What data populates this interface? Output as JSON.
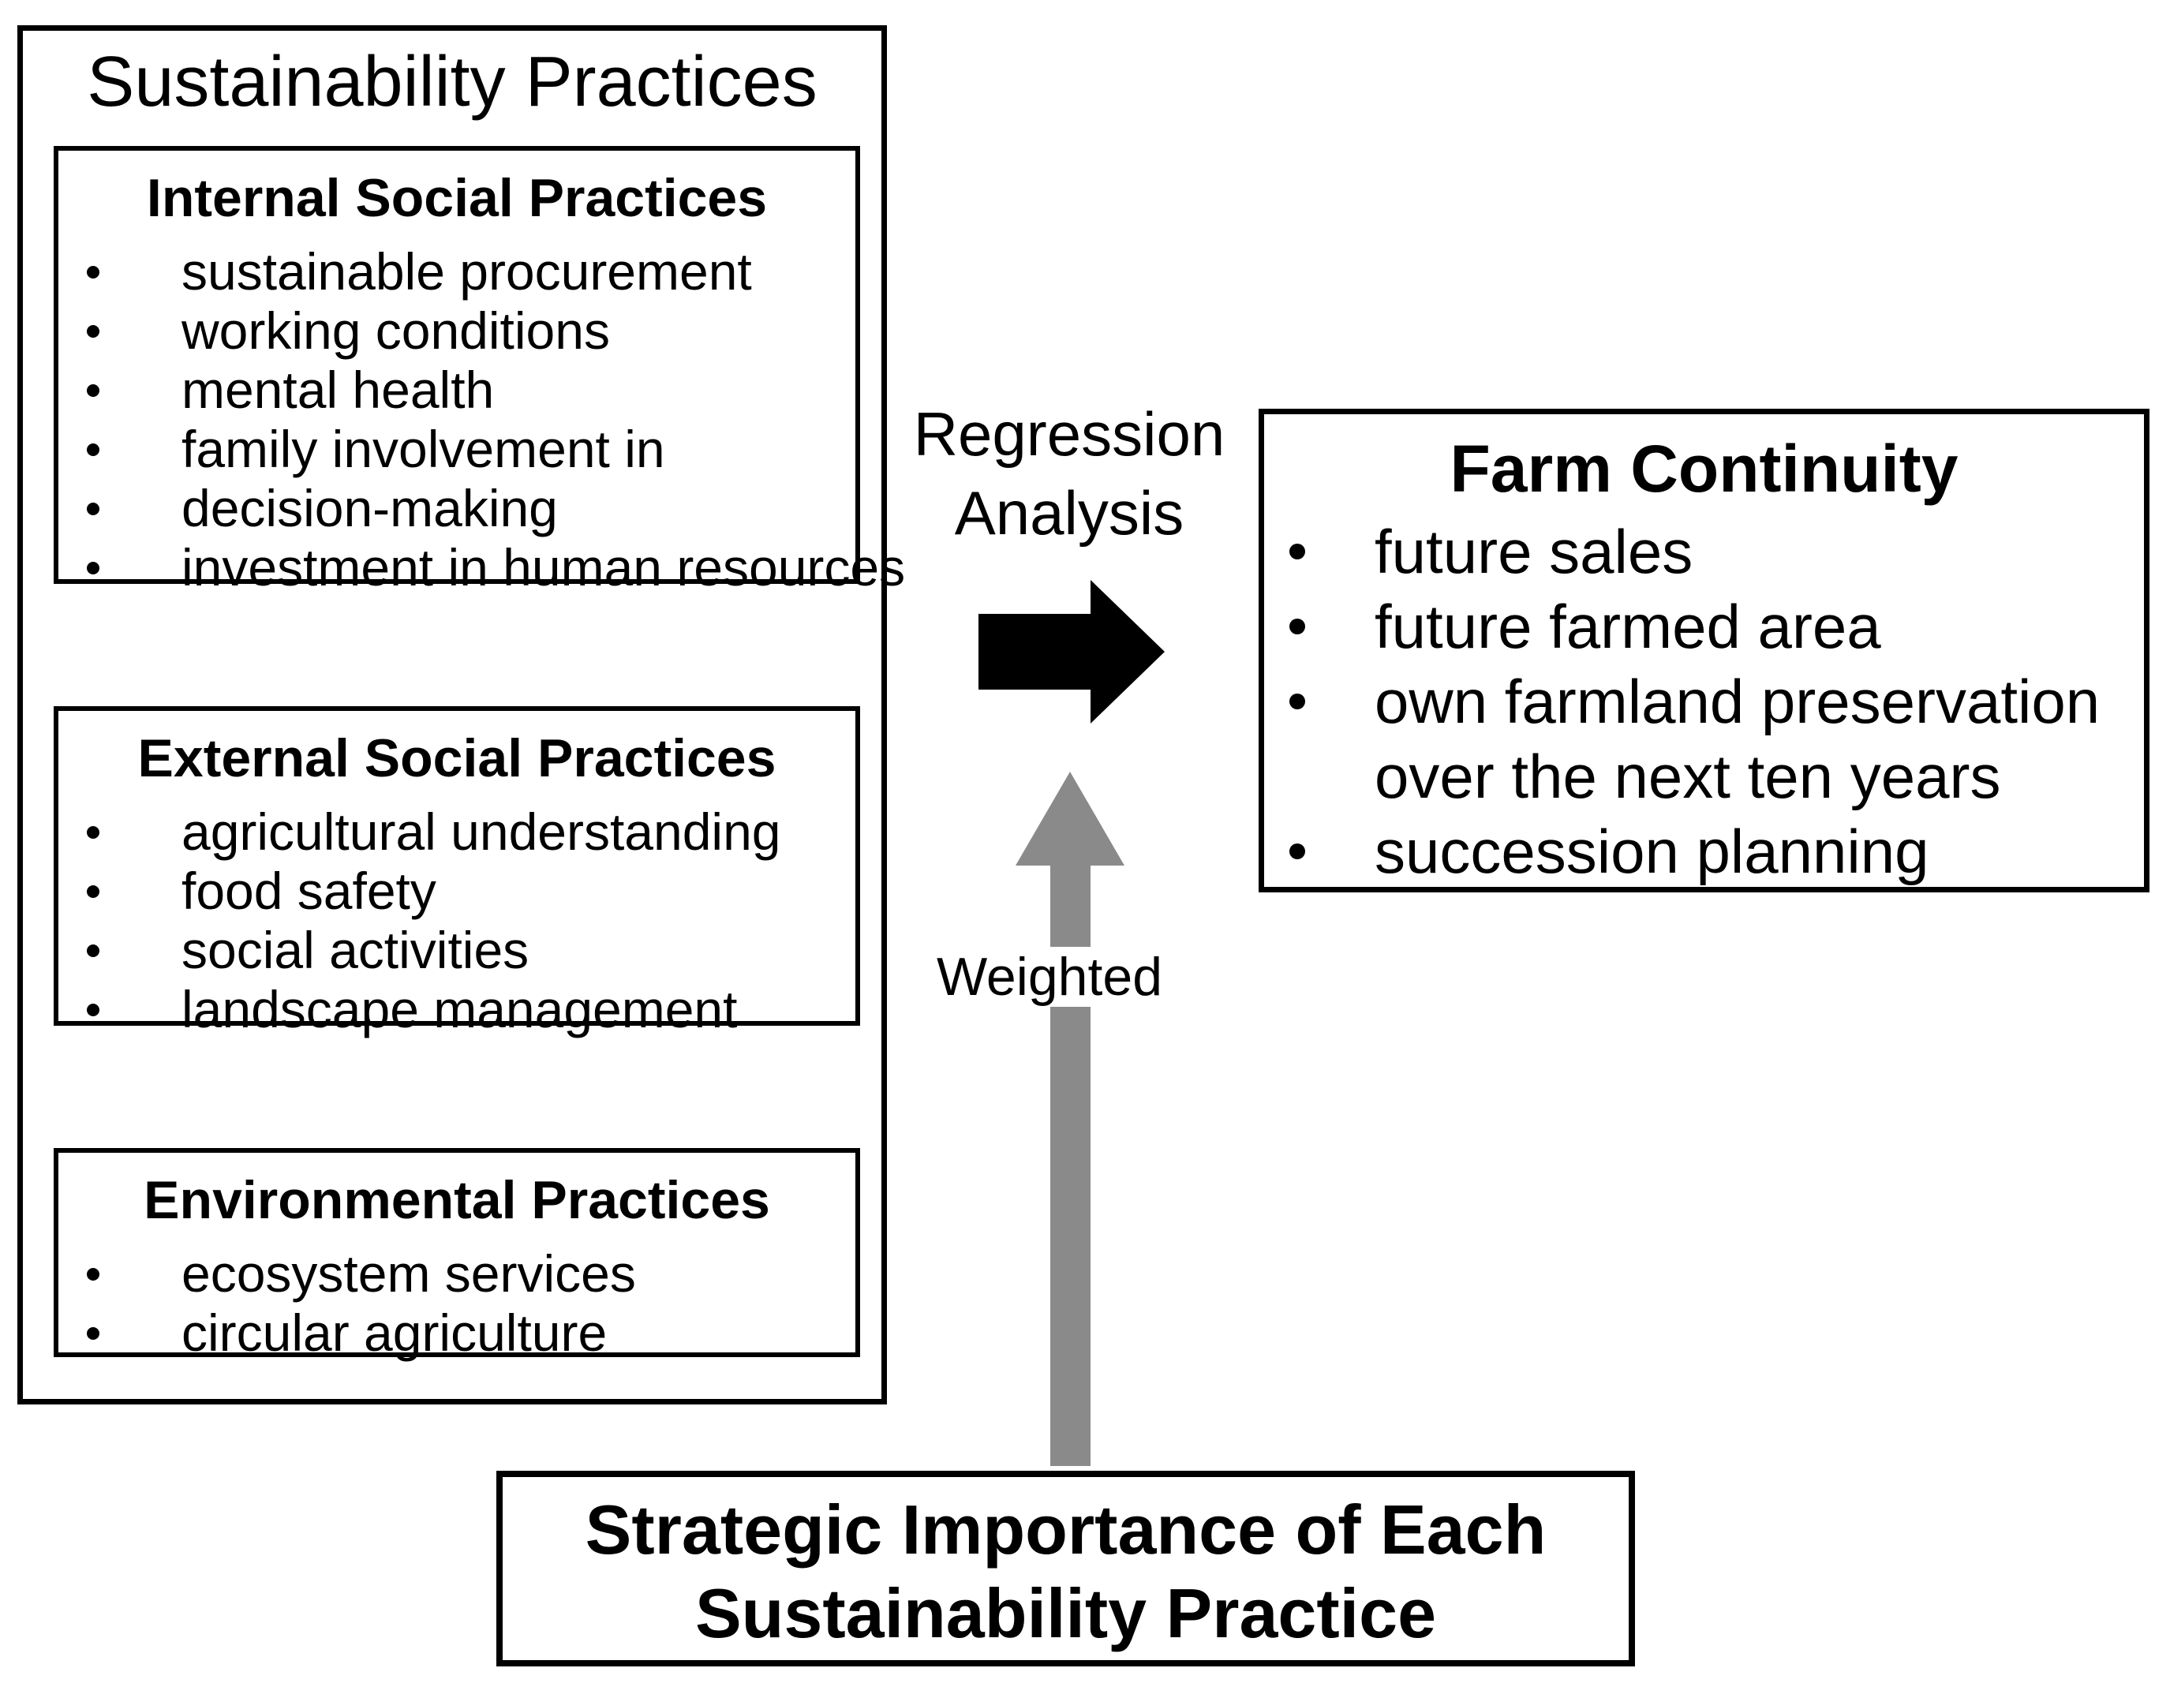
{
  "figure": {
    "background": "#ffffff",
    "line_color": "#000000",
    "regression_arrow_color": "#000000",
    "weighted_arrow_color": "#8a8a8a"
  },
  "sustainability": {
    "title": "Sustainability Practices",
    "groups": [
      {
        "title": "Internal Social Practices",
        "items": [
          "sustainable procurement",
          "working conditions",
          "mental health",
          "family involvement in",
          "decision-making",
          "investment in human resources"
        ]
      },
      {
        "title": "External Social Practices",
        "items": [
          "agricultural understanding",
          "food safety",
          "social activities",
          "landscape management"
        ]
      },
      {
        "title": "Environmental Practices",
        "items": [
          "ecosystem services",
          "circular agriculture"
        ]
      }
    ]
  },
  "regression_label": {
    "line1": "Regression",
    "line2": "Analysis"
  },
  "farm_continuity": {
    "title": "Farm Continuity",
    "items": [
      "future sales",
      "future farmed area",
      [
        "own farmland preservation",
        "over the next ten years"
      ],
      "succession planning"
    ]
  },
  "weighted_label": "Weighted",
  "strategic": {
    "line1": "Strategic Importance of Each",
    "line2": "Sustainability Practice"
  }
}
